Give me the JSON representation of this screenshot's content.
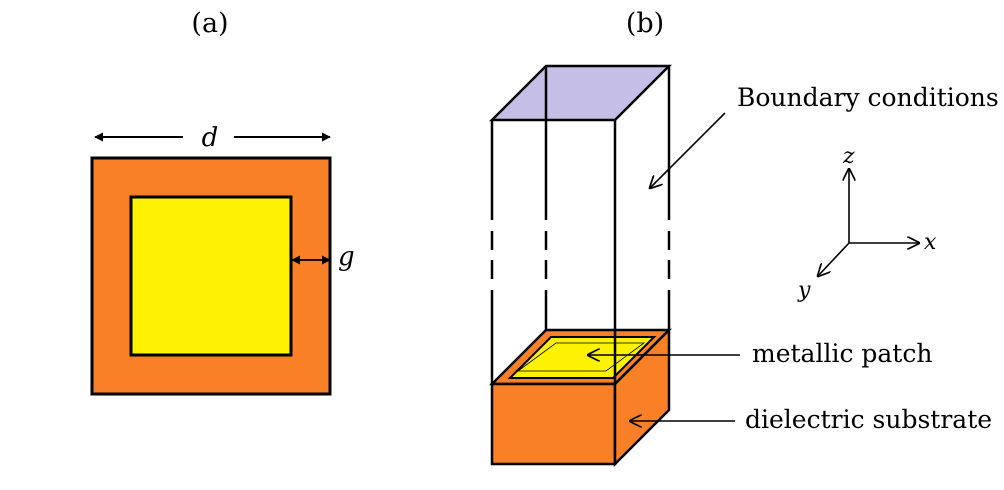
{
  "panels": {
    "a": {
      "label": "(a)",
      "dimension_d": "d",
      "dimension_g": "g"
    },
    "b": {
      "label": "(b)",
      "annotations": {
        "boundary_conditions": "Boundary conditions",
        "metallic_patch": "metallic patch",
        "dielectric_substrate": "dielectric substrate"
      }
    }
  },
  "axes": {
    "x": "x",
    "y": "y",
    "z": "z"
  },
  "colors": {
    "substrate": "#F98026",
    "patch": "#FFF200",
    "boundary_top": "#C5BEE6",
    "stroke": "#000000"
  }
}
